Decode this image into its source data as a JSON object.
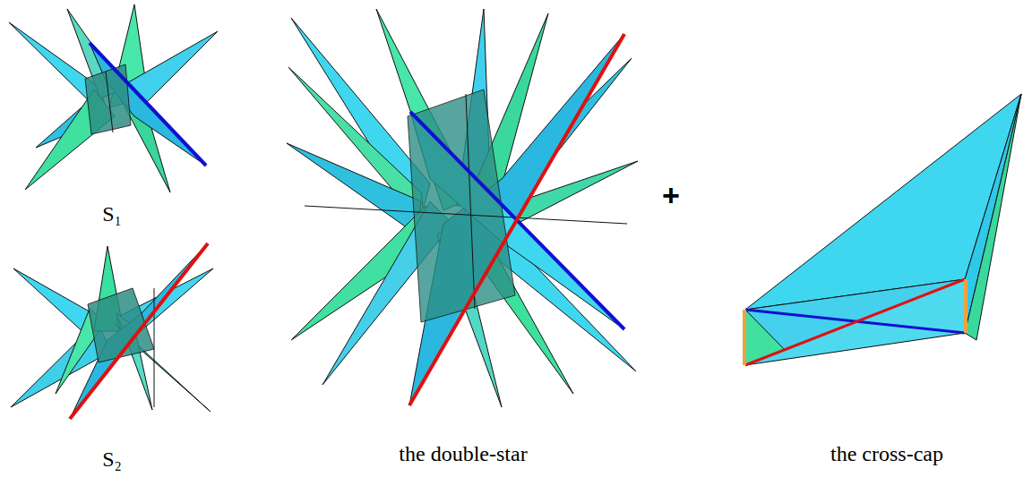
{
  "diagram": {
    "labels": [
      "S₁",
      "S₂",
      "the double-star",
      "+",
      "the cross-cap"
    ]
  }
}
